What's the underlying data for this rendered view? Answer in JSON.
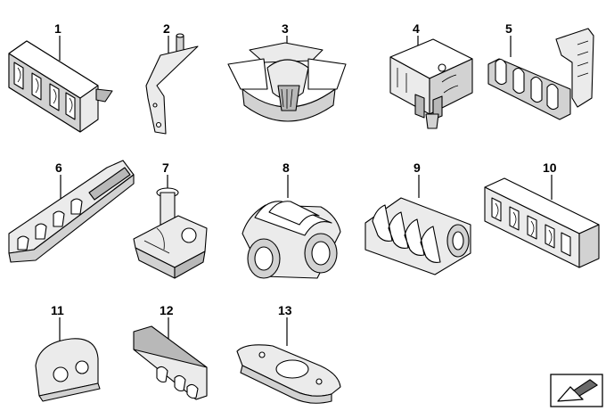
{
  "parts": [
    {
      "id": "1",
      "label": "1",
      "kind": "cable-holder-multi"
    },
    {
      "id": "2",
      "label": "2",
      "kind": "bracket-with-stud"
    },
    {
      "id": "3",
      "label": "3",
      "kind": "cable-clip-triple"
    },
    {
      "id": "4",
      "label": "4",
      "kind": "cable-holder-box"
    },
    {
      "id": "5",
      "label": "5",
      "kind": "cable-comb-angled"
    },
    {
      "id": "6",
      "label": "6",
      "kind": "cable-comb-long"
    },
    {
      "id": "7",
      "label": "7",
      "kind": "cable-clip-stud"
    },
    {
      "id": "8",
      "label": "8",
      "kind": "cable-clip-double"
    },
    {
      "id": "9",
      "label": "9",
      "kind": "cable-clip-quad"
    },
    {
      "id": "10",
      "label": "10",
      "kind": "cable-holder-multi-long"
    },
    {
      "id": "11",
      "label": "11",
      "kind": "grommet-two-hole"
    },
    {
      "id": "12",
      "label": "12",
      "kind": "grommet-three-slot"
    },
    {
      "id": "13",
      "label": "13",
      "kind": "grommet-oval"
    }
  ],
  "corner_icon": "arrow-view-icon"
}
